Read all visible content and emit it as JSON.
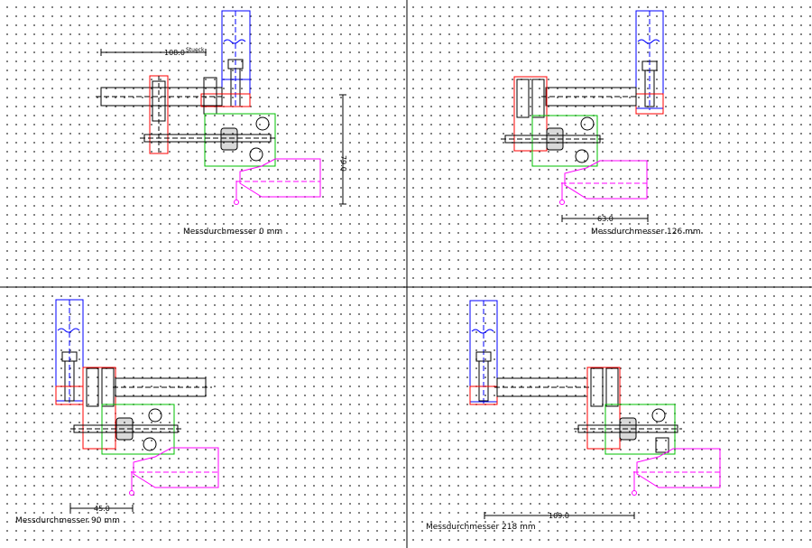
{
  "colors": {
    "frame": "#000000",
    "blue": "#0000ff",
    "red": "#ff0000",
    "green": "#00c000",
    "magenta": "#ff00ff",
    "grid": "#606060"
  },
  "quadrants": [
    {
      "label": "Messdurchmesser 0 mm",
      "dims": [
        "108.0",
        "79.0"
      ],
      "note": "Stueck"
    },
    {
      "label": "Messdurchmesser 126 mm",
      "dims": [
        "63.0"
      ]
    },
    {
      "label": "Messdurchmesser 90 mm",
      "dims": [
        "45.0"
      ]
    },
    {
      "label": "Messdurchmesser 218 mm",
      "dims": [
        "109.0"
      ]
    }
  ]
}
